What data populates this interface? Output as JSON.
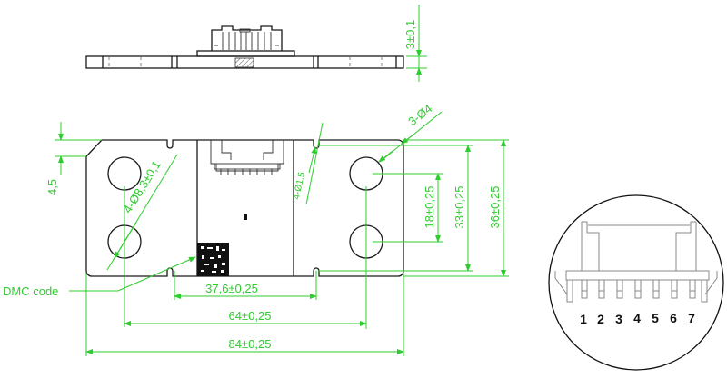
{
  "drawing": {
    "colors": {
      "outline": "#1a1a1a",
      "dimension": "#2ecc2e",
      "detail": "#888888"
    },
    "side_view": {
      "dimensions": {
        "thickness": "3±0,1"
      }
    },
    "top_view": {
      "dimensions": {
        "chamfer": "4,5",
        "mount_holes": "4-Ø8,3±0,1",
        "notch_holes": "4-Ø1,5",
        "corner_holes": "3-Ø4",
        "hole_pitch_vertical": "18±0,25",
        "height_inner": "33±0,25",
        "height_total": "36±0,25",
        "notch_spacing": "37,6±0,25",
        "hole_spacing": "64±0,25",
        "width_total": "84±0,25"
      },
      "labels": {
        "dmc": "DMC code"
      }
    },
    "detail_view": {
      "pins": [
        "1",
        "2",
        "3",
        "4",
        "5",
        "6",
        "7"
      ]
    }
  }
}
